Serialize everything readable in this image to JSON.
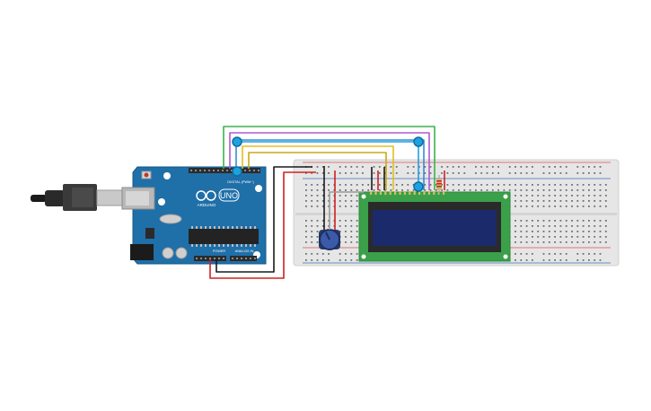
{
  "board": {
    "logo_text": "UNO",
    "brand_text": "ARDUINO",
    "digital_label": "DIGITAL (PWM~)",
    "power_label": "POWER",
    "analog_label": "ANALOG IN",
    "color": "#1f6fa8",
    "header_color": "#2b2b2b"
  },
  "breadboard": {
    "color": "#e6e6e6",
    "hole_color": "#6f6f6f",
    "rail_red": "#d9534f",
    "rail_blue": "#3b6fb6"
  },
  "lcd": {
    "pcb_color": "#3aa04a",
    "screen_color": "#1b2a6b"
  },
  "wires": {
    "green": "#3cb34a",
    "purple": "#b05ad0",
    "blue": "#3a8ad6",
    "yellow": "#e0c020",
    "red": "#d02020",
    "black": "#1a1a1a",
    "orange": "#f08020"
  },
  "selection_color": "#1ea1e0"
}
